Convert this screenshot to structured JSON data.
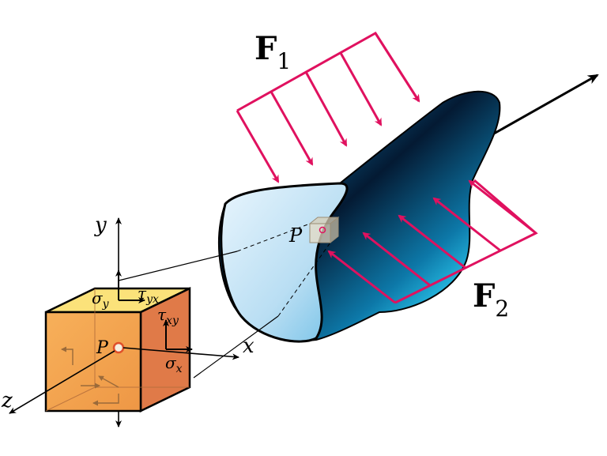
{
  "labels": {
    "force1_main": "F",
    "force1_sub": "1",
    "force2_main": "F",
    "force2_sub": "2",
    "axis_x": "x",
    "axis_y": "y",
    "axis_z": "z",
    "point_cube": "P",
    "point_body": "P",
    "sigma_y": "σ",
    "sigma_y_sub": "y",
    "tau_yx": "τ",
    "tau_yx_sub": "yx",
    "tau_xy": "τ",
    "tau_xy_sub": "xy",
    "sigma_x": "σ",
    "sigma_x_sub": "x"
  },
  "colors": {
    "force_arrows": "#e0115f",
    "body_dark": "#041a33",
    "body_light": "#29c4f0",
    "cut_face": "#cfeaf8",
    "cube_front": "#f0a552",
    "cube_top": "#fbe27a",
    "cube_side": "#e07a48",
    "point_marker": "#e0502a"
  }
}
